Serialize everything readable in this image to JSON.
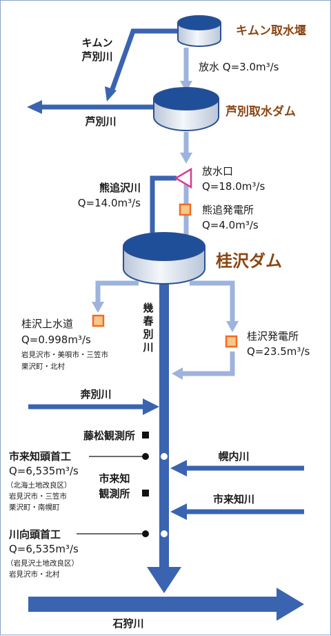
{
  "colors": {
    "main_river": "#3a64b0",
    "water_light": "#9db3dd",
    "dam_top": "#1f4f98",
    "dam_body": "#dfe6f0",
    "dam_outline": "#2a4f92",
    "dam_name": "#8b4513",
    "outlet": "#d93b8f",
    "station": "#f26b21",
    "station_fill": "#f5c78b",
    "gauge": "#111111"
  },
  "dams": {
    "kimun": "キムン取水堰",
    "ashibetsu": "芦別取水ダム",
    "katsurazawa": "桂沢ダム"
  },
  "flows": {
    "kimun_release": "放水 Q=3.0m³/s",
    "outlet_name": "放水口",
    "outlet_q": "Q=18.0m³/s",
    "kumaoi_river": "熊追沢川",
    "kumaoi_river_q": "Q=14.0m³/s",
    "kumaoi_power": "熊追発電所",
    "kumaoi_power_q": "Q=4.0m³/s"
  },
  "rivers": {
    "kimun_ashibetsu_line1": "キムン",
    "kimun_ashibetsu_line2": "芦別川",
    "ashibetsu": "芦別川",
    "ikushunbetsu_chars": [
      "幾",
      "春",
      "別",
      "川"
    ],
    "ponbetsu": "奔別川",
    "horonai": "幌内川",
    "ichikishiri": "市来知川",
    "ishikari": "石狩川"
  },
  "facilities": {
    "water_supply": "桂沢上水道",
    "water_supply_q": "Q=0.998m³/s",
    "water_supply_area1": "岩見沢市・美唄市・三笠市",
    "water_supply_area2": "栗沢町・北村",
    "katsura_power": "桂沢発電所",
    "katsura_power_q": "Q=23.5m³/s"
  },
  "gauges": {
    "fujimatsu": "藤松観測所",
    "ichikishiri_line1": "市来知",
    "ichikishiri_line2": "観測所"
  },
  "headworks": {
    "ichikishiri_name": "市来知頭首工",
    "ichikishiri_q": "Q=6,535m³/s",
    "ichikishiri_district": "（北海土地改良区）",
    "ichikishiri_area1": "岩見沢市・三笠市",
    "ichikishiri_area2": "栗沢町・南幌町",
    "kawamuki_name": "川向頭首工",
    "kawamuki_q": "Q=6,535m³/s",
    "kawamuki_district": "（岩見沢土地改良区）",
    "kawamuki_area1": "岩見沢市・北村"
  }
}
